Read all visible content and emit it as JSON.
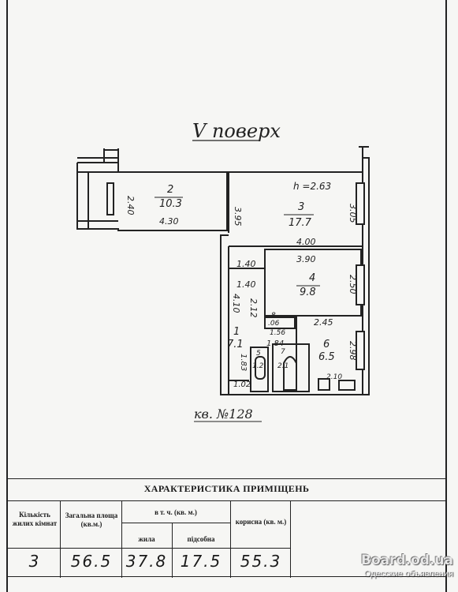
{
  "plan": {
    "floor_label": "V поверх",
    "height_label": "h =2.63",
    "apartment_label": "кв. №128",
    "rooms": [
      {
        "number": "2",
        "area": "10.3"
      },
      {
        "number": "3",
        "area": "17.7"
      },
      {
        "number": "4",
        "area": "9.8"
      },
      {
        "number": "1",
        "area": "7.1"
      },
      {
        "number": "6",
        "area": "6.5"
      },
      {
        "number": "5",
        "area": "1.2"
      },
      {
        "number": "7",
        "area": "2.1"
      },
      {
        "number": "8",
        "area": ".06"
      }
    ],
    "dimensions": [
      "2.40",
      "4.30",
      "3.95",
      "3.05",
      "4.00",
      "1.40",
      "3.90",
      "1.40",
      "2.50",
      "4.10",
      "2.12",
      "2.45",
      "1.56",
      "1.84",
      "2.98",
      "1.83",
      "1.02",
      "2.10"
    ]
  },
  "table": {
    "title": "ХАРАКТЕРИСТИКА ПРИМІЩЕНЬ",
    "col_rooms": "Кількість жилих кімнат",
    "col_total": "Загальна площа (кв.м.)",
    "col_incl": "в т. ч. (кв. м.)",
    "col_living": "жила",
    "col_aux": "підсобна",
    "col_useful": "корисна (кв. м.)",
    "values": {
      "rooms": "3",
      "total": "56.5",
      "living": "37.8",
      "aux": "17.5",
      "useful": "55.3"
    }
  },
  "watermark": {
    "site": "Board.od.ua",
    "caption": "Одесские объявления"
  }
}
